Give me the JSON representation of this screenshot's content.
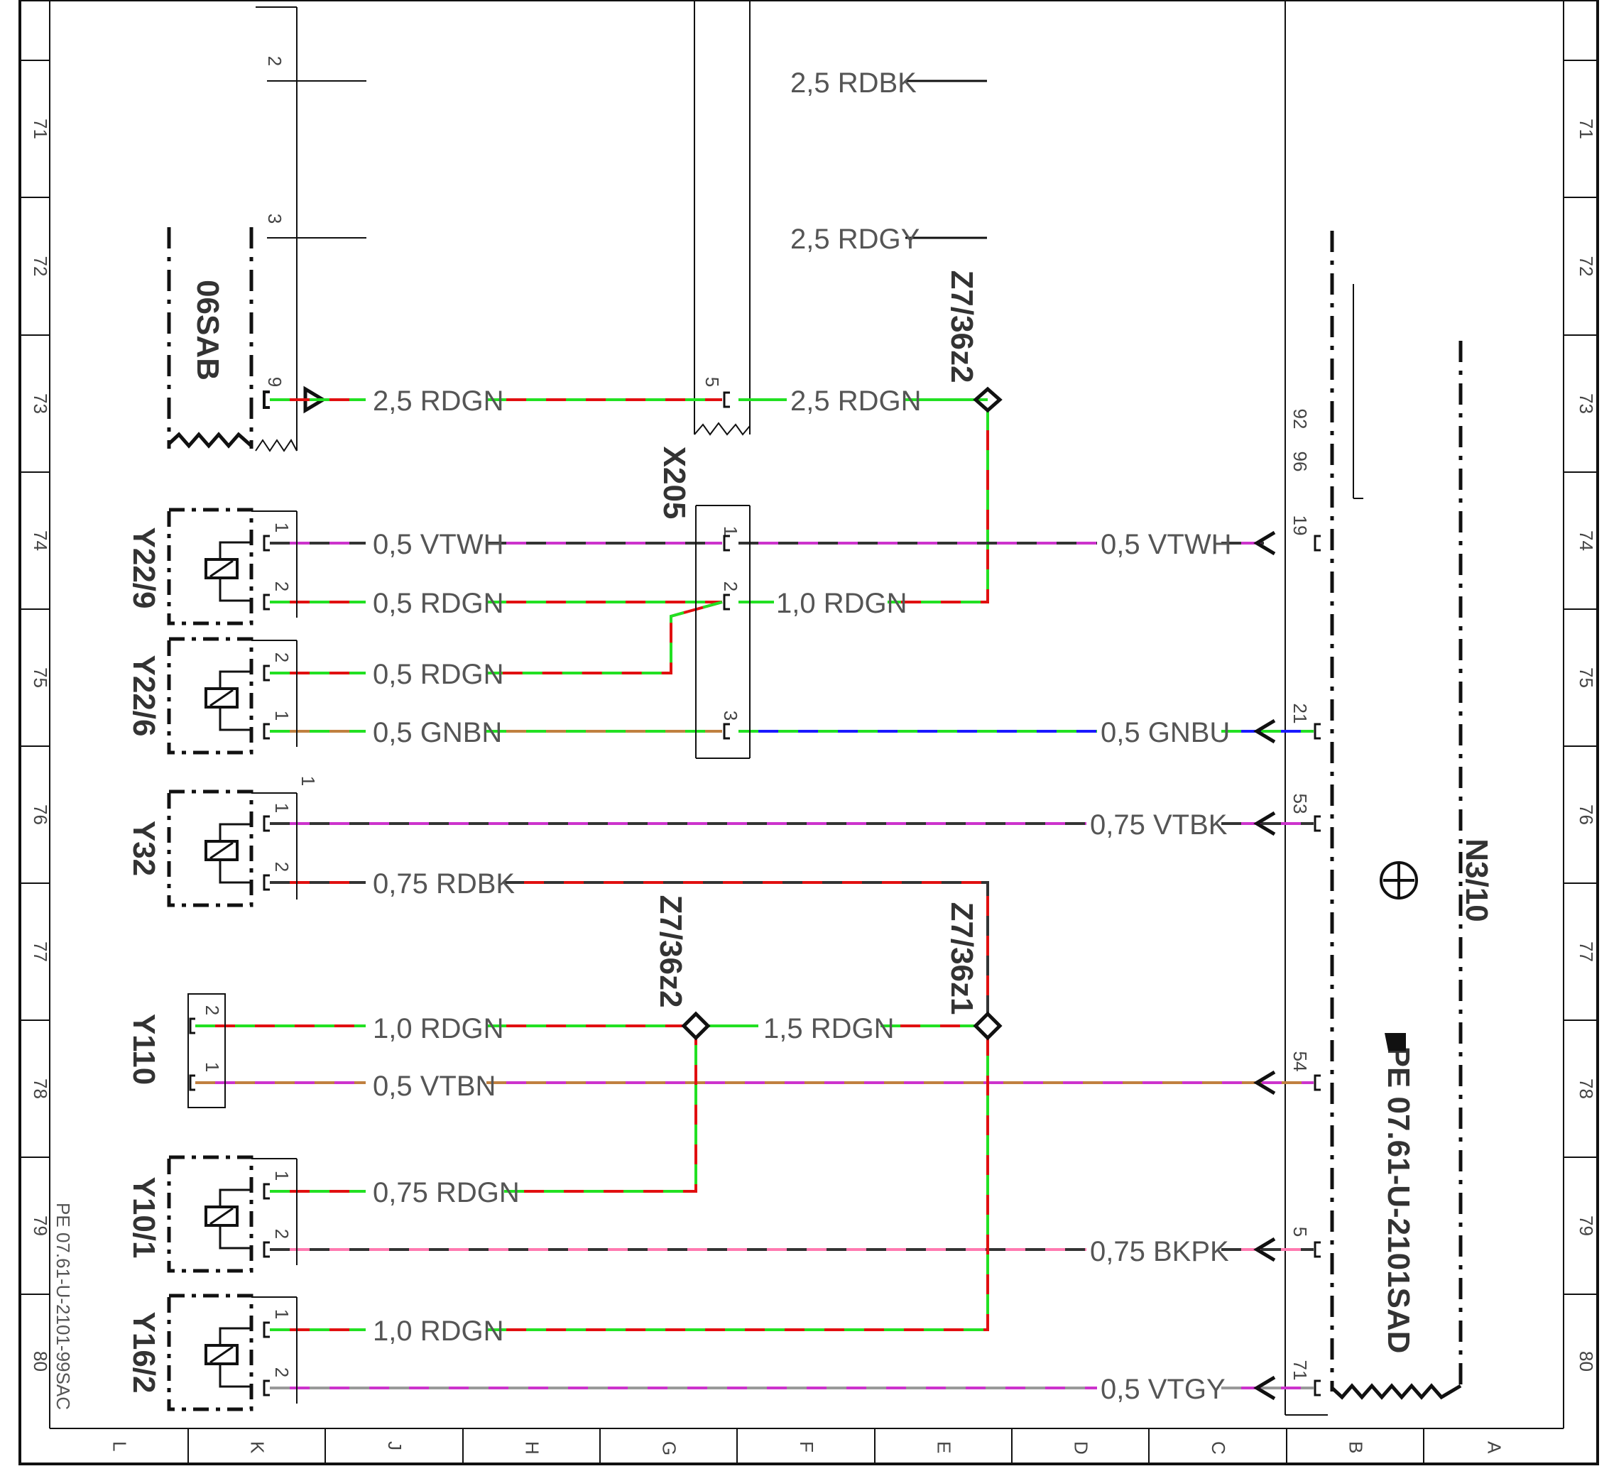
{
  "colors": {
    "RD": "#e01010",
    "GN": "#22e022",
    "BK": "#333333",
    "GY": "#999999",
    "VT": "#cc33cc",
    "WH": "#dddddd",
    "BU": "#1a1aff",
    "BN": "#c08040",
    "PK": "#ff7ab0"
  },
  "frame": {
    "rows": [
      "71",
      "72",
      "73",
      "74",
      "75",
      "76",
      "77",
      "78",
      "79",
      "80"
    ],
    "columns": [
      "L",
      "K",
      "J",
      "H",
      "G",
      "F",
      "E",
      "D",
      "C",
      "B",
      "A"
    ],
    "sheet_ref": "PE 07.61-U-2101-99SAC"
  },
  "components": {
    "sab": "06SAB",
    "x205": "X205",
    "y22_9": "Y22/9",
    "y22_6": "Y22/6",
    "y32": "Y32",
    "y110": "Y110",
    "y10_1": "Y10/1",
    "y16_2": "Y16/2",
    "n3_10": "N3/10",
    "z7_36z2_top": "Z7/36z2",
    "z7_36z2": "Z7/36z2",
    "z7_36z1": "Z7/36z1",
    "n3_10_ref": "PE 07.61-U-2101SAD"
  },
  "wires": [
    {
      "label": "2,5 RDBK"
    },
    {
      "label": "2,5 RDGY"
    },
    {
      "label": "2,5 RDGN"
    },
    {
      "label": "2,5 RDGN"
    },
    {
      "label": "0,5 VTWH"
    },
    {
      "label": "0,5 VTWH"
    },
    {
      "label": "0,5 RDGN"
    },
    {
      "label": "1,0 RDGN"
    },
    {
      "label": "0,5 RDGN"
    },
    {
      "label": "0,5 GNBN"
    },
    {
      "label": "0,5 GNBU"
    },
    {
      "label": "0,75 VTBK"
    },
    {
      "label": "0,75 RDBK"
    },
    {
      "label": "1,0 RDGN"
    },
    {
      "label": "1,5 RDGN"
    },
    {
      "label": "0,5 VTBN"
    },
    {
      "label": "0,75 RDGN"
    },
    {
      "label": "0,75 BKPK"
    },
    {
      "label": "1,0 RDGN"
    },
    {
      "label": "0,5 VTGY"
    }
  ],
  "pins": {
    "sab_2": "2",
    "sab_3": "3",
    "sab_9": "9",
    "x205_5": "5",
    "x205_1": "1",
    "x205_2": "2",
    "x205_3": "3",
    "y22_9_1": "1",
    "y22_9_2": "2",
    "y22_6_2": "2",
    "y22_6_1": "1",
    "y32_1": "1",
    "y32_2": "2",
    "y32_top": "1",
    "y110_2": "2",
    "y110_1": "1",
    "y10_1_1": "1",
    "y10_1_2": "2",
    "y16_2_1": "1",
    "y16_2_2": "2",
    "n3_92": "92",
    "n3_96": "96",
    "n3_19": "19",
    "n3_21": "21",
    "n3_53": "53",
    "n3_54": "54",
    "n3_5": "5",
    "n3_71": "71"
  }
}
